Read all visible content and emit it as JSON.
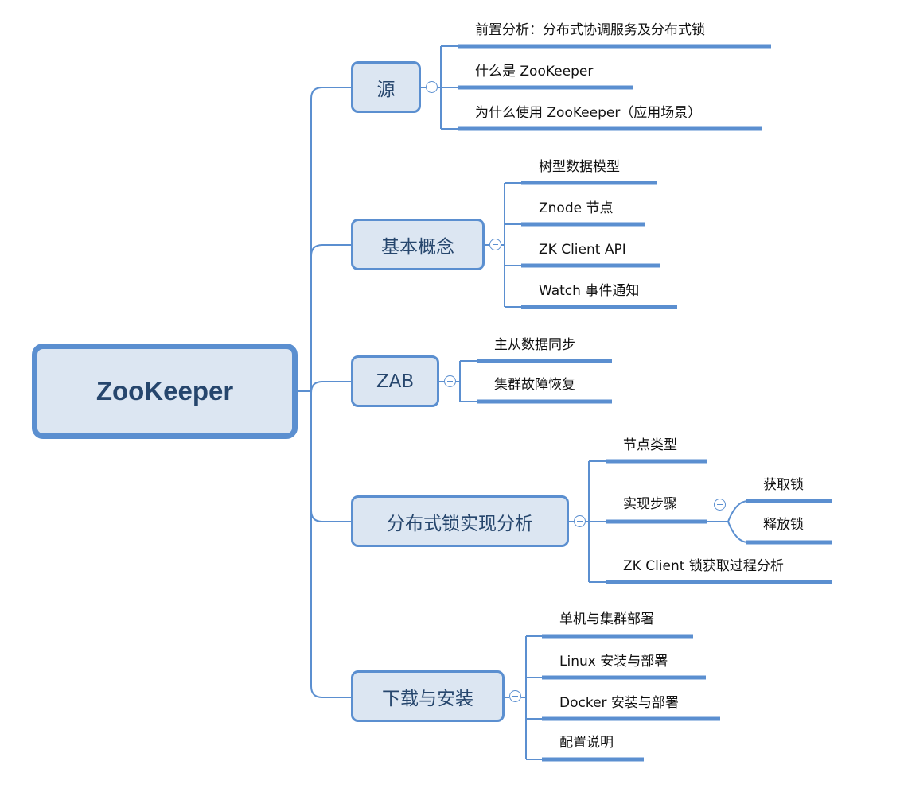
{
  "colors": {
    "line": "#5b8fd0",
    "node_fill": "#dce6f2",
    "node_text": "#26466d",
    "leaf_text": "#111111"
  },
  "root": {
    "label": "ZooKeeper"
  },
  "branches": [
    {
      "label": "源",
      "children": [
        {
          "label": "前置分析：分布式协调服务及分布式锁"
        },
        {
          "label": "什么是 ZooKeeper"
        },
        {
          "label": "为什么使用 ZooKeeper（应用场景）"
        }
      ]
    },
    {
      "label": "基本概念",
      "children": [
        {
          "label": "树型数据模型"
        },
        {
          "label": "Znode 节点"
        },
        {
          "label": "ZK Client API"
        },
        {
          "label": "Watch 事件通知"
        }
      ]
    },
    {
      "label": "ZAB",
      "children": [
        {
          "label": "主从数据同步"
        },
        {
          "label": "集群故障恢复"
        }
      ]
    },
    {
      "label": "分布式锁实现分析",
      "children": [
        {
          "label": "节点类型"
        },
        {
          "label": "实现步骤",
          "children": [
            {
              "label": "获取锁"
            },
            {
              "label": "释放锁"
            }
          ]
        },
        {
          "label": "ZK Client 锁获取过程分析"
        }
      ]
    },
    {
      "label": "下载与安装",
      "children": [
        {
          "label": "单机与集群部署"
        },
        {
          "label": "Linux 安装与部署"
        },
        {
          "label": "Docker 安装与部署"
        },
        {
          "label": "配置说明"
        }
      ]
    }
  ]
}
